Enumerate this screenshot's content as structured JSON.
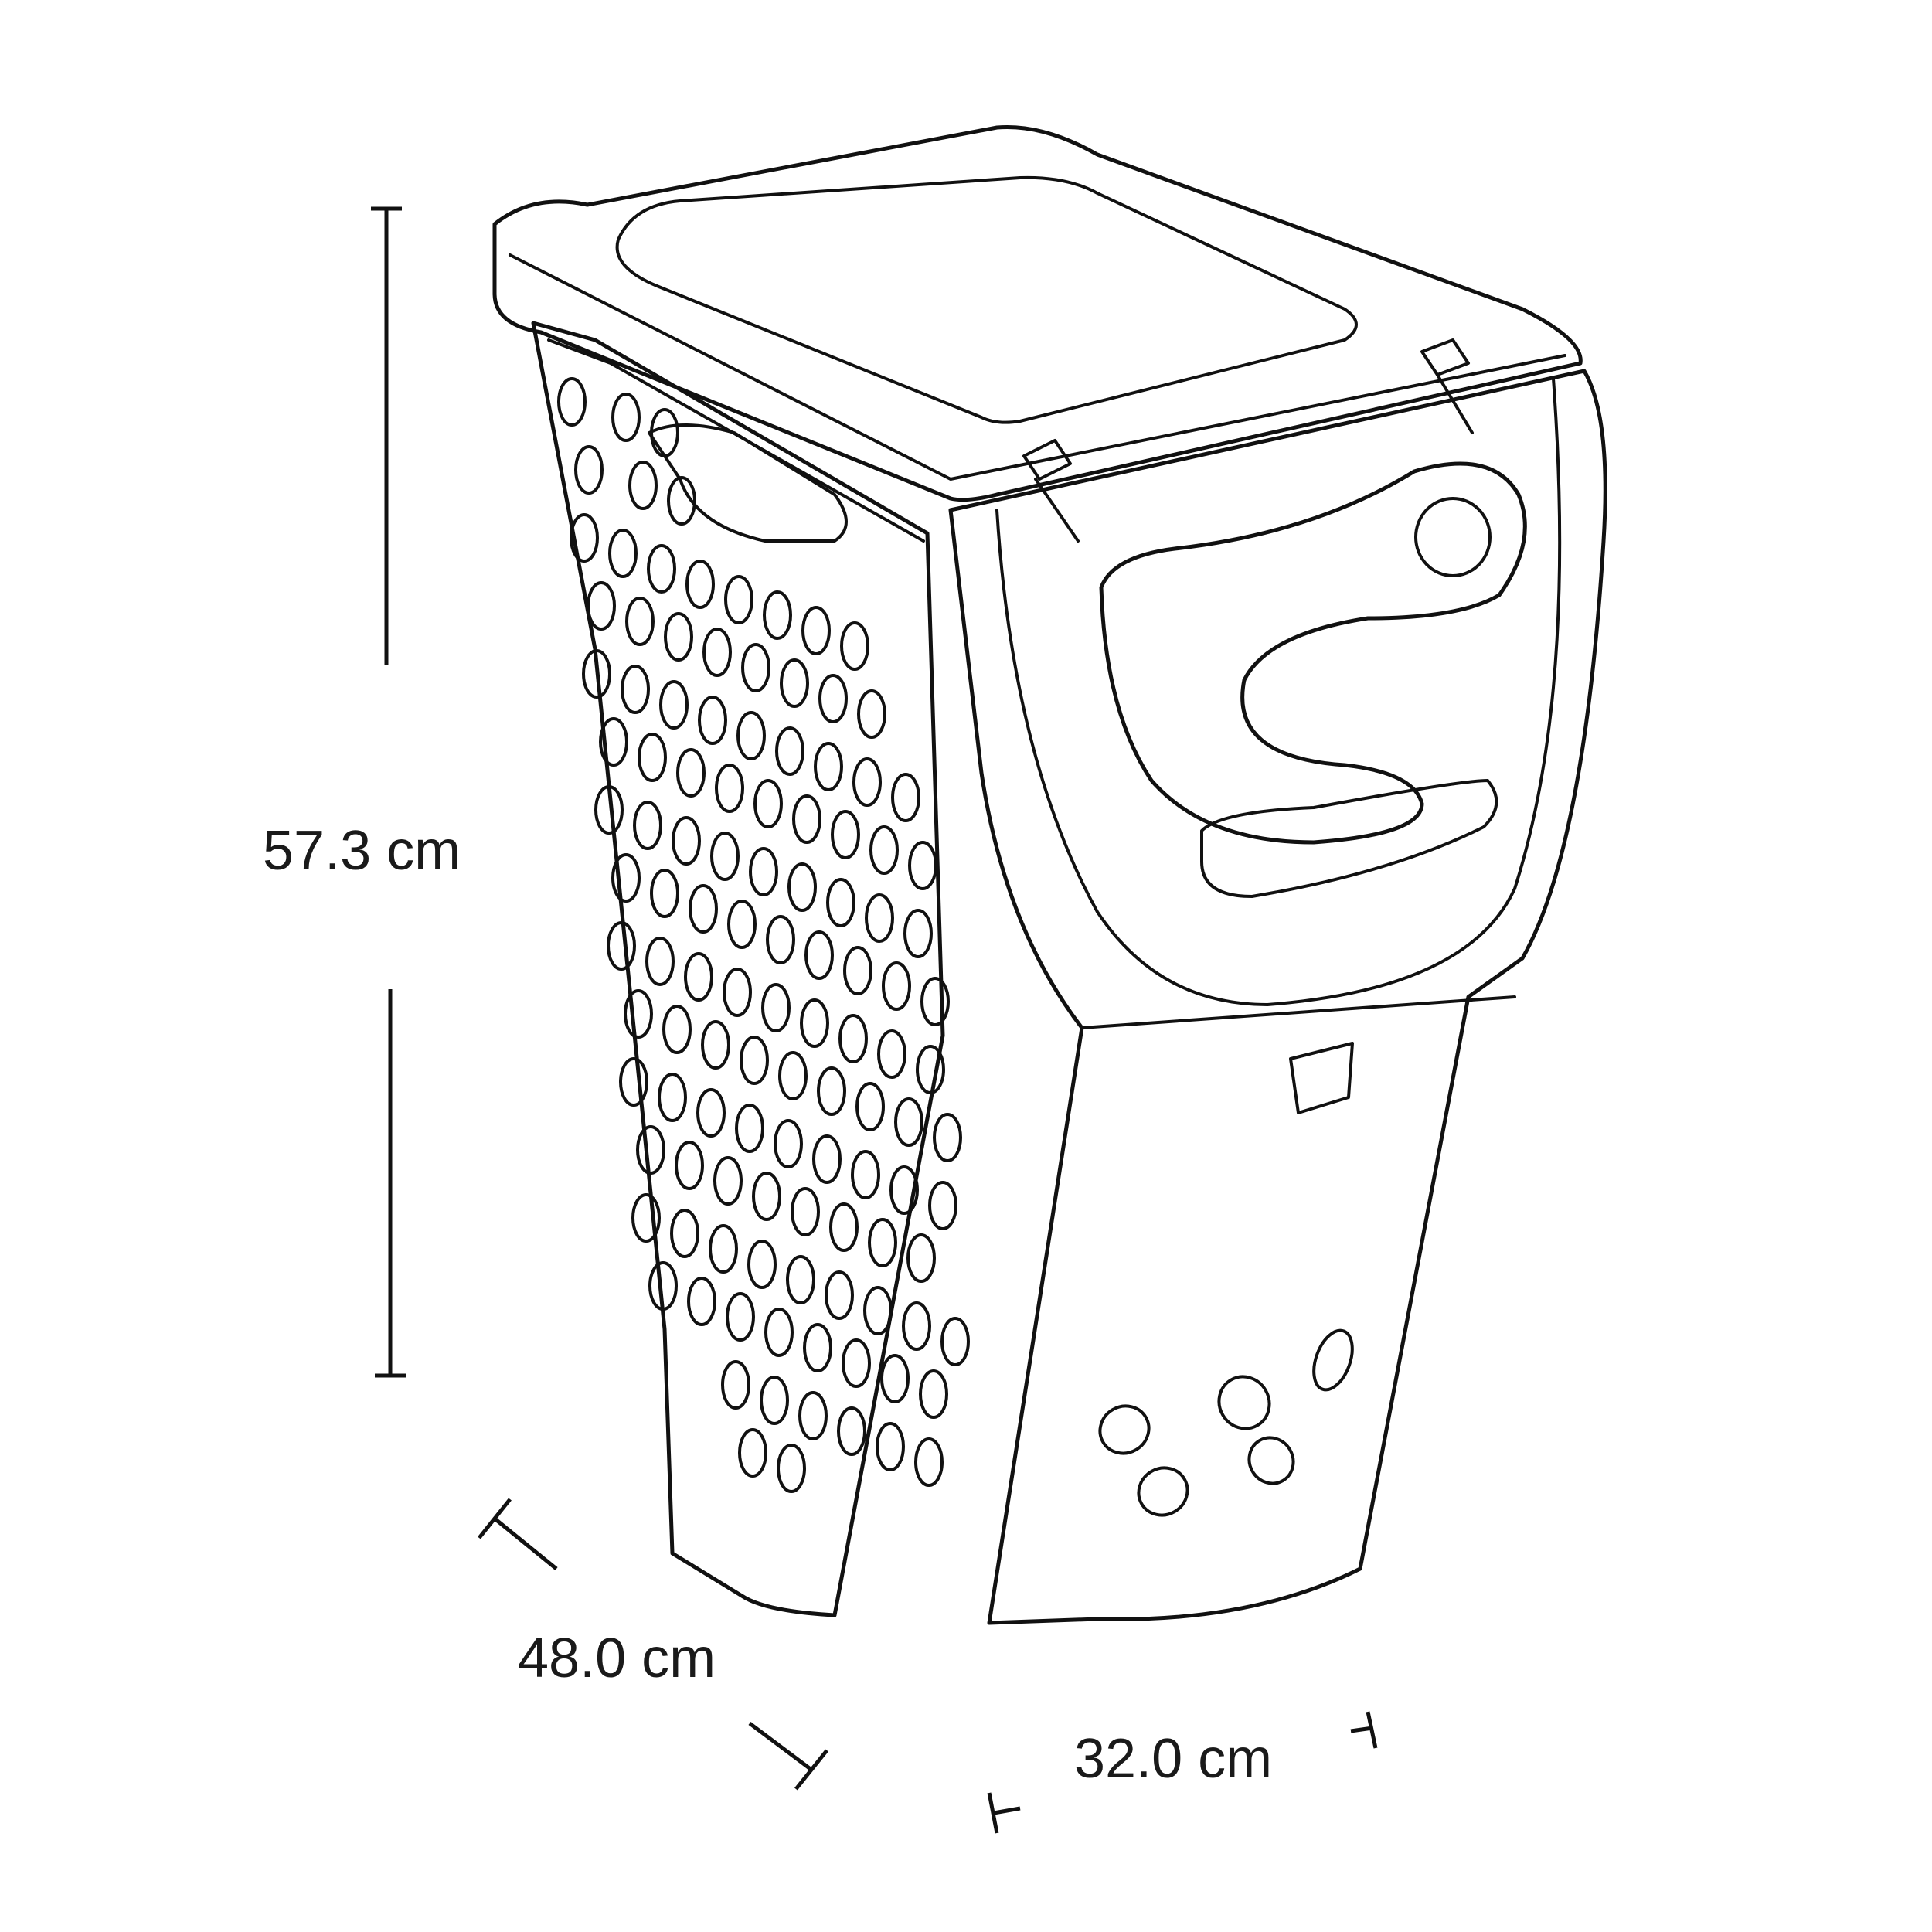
{
  "product": {
    "type": "laundry hamper with hinged lid and carry handle"
  },
  "dimensions": {
    "height": "57.3 cm",
    "depth": "48.0 cm",
    "width": "32.0 cm"
  },
  "colors": {
    "line": "#111111",
    "background": "#ffffff",
    "label": "#1a1a1a"
  }
}
